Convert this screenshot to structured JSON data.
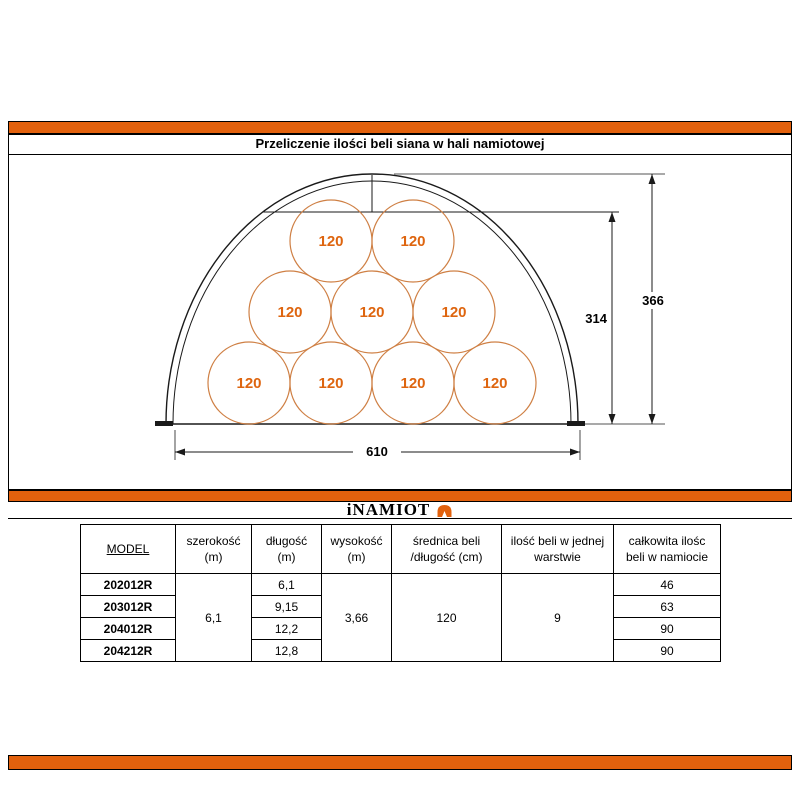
{
  "page": {
    "title": "Przeliczenie ilości beli siana w hali namiotowej"
  },
  "brand": {
    "name": "iNAMIOT"
  },
  "colors": {
    "accent_orange": "#e2610d",
    "bale_circle_stroke": "#cf8045",
    "bale_label_orange": "#de650f"
  },
  "diagram": {
    "bale_diameter_label": "120",
    "bale_count": 9,
    "dimensions": {
      "stack_height_cm": "314",
      "total_height_cm": "366",
      "base_width_cm": "610"
    }
  },
  "table": {
    "headers": {
      "model": "MODEL",
      "szerokosc_1": "szerokość",
      "szerokosc_2": "(m)",
      "dlugosc_1": "długość",
      "dlugosc_2": "(m)",
      "wysokosc_1": "wysokość",
      "wysokosc_2": "(m)",
      "srednica_1": "średnica beli",
      "srednica_2": "/długość (cm)",
      "ilosc_1": "ilość beli w jednej",
      "ilosc_2": "warstwie",
      "calkowita_1": "całkowita ilośc",
      "calkowita_2": "beli w namiocie"
    },
    "merged": {
      "szerokosc": "6,1",
      "wysokosc": "3,66",
      "srednica": "120",
      "ilosc": "9"
    },
    "rows": [
      {
        "model": "202012R",
        "dlugosc": "6,1",
        "calkowita": "46"
      },
      {
        "model": "203012R",
        "dlugosc": "9,15",
        "calkowita": "63"
      },
      {
        "model": "204012R",
        "dlugosc": "12,2",
        "calkowita": "90"
      },
      {
        "model": "204212R",
        "dlugosc": "12,8",
        "calkowita": "90"
      }
    ]
  }
}
